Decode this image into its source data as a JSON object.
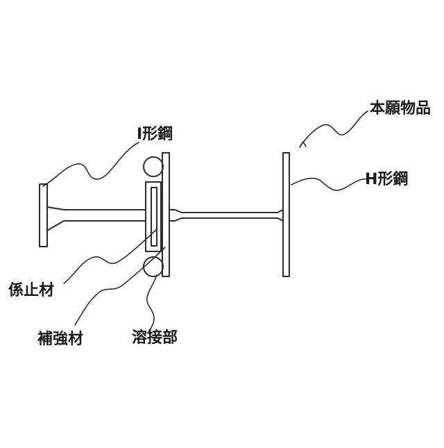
{
  "labels": {
    "i_beam": "I形鋼",
    "product": "本願物品",
    "h_beam": "H形鋼",
    "stopper": "係止材",
    "reinforcement": "補強材",
    "weld": "溶接部"
  },
  "colors": {
    "line": "#2a2a2a",
    "text": "#1a1a1a",
    "background": "#ffffff"
  }
}
